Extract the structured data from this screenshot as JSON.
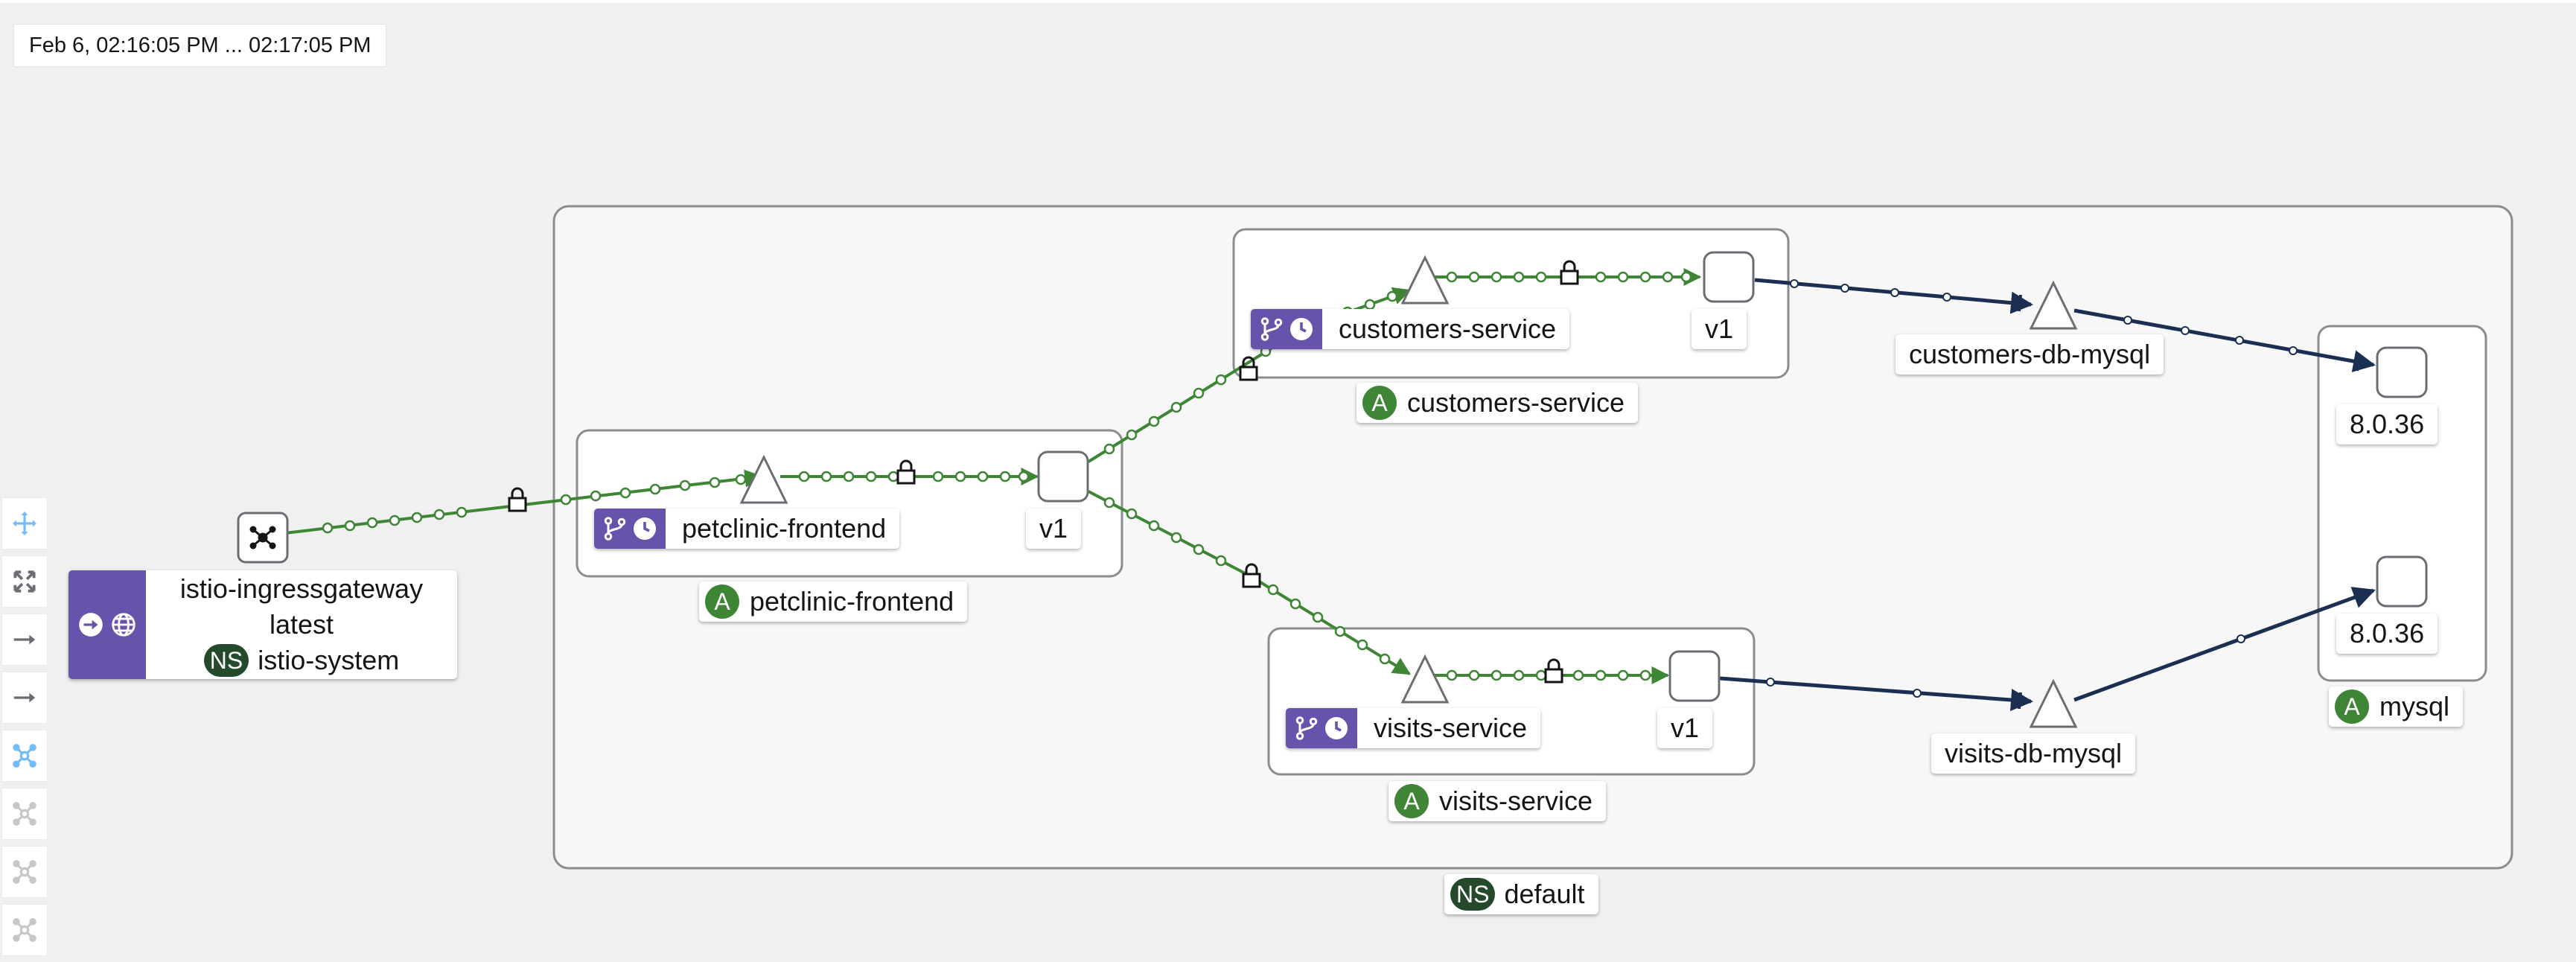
{
  "time_range": "Feb 6, 02:16:05 PM ... 02:17:05 PM",
  "colors": {
    "healthy_edge": "#3e8635",
    "tcp_edge": "#1b2f52",
    "app_badge": "#3e8635",
    "ns_badge": "#24492b",
    "workload_purple": "#6753ac"
  },
  "gateway": {
    "name": "istio-ingressgateway",
    "version": "latest",
    "ns_badge": "NS",
    "namespace": "istio-system",
    "icons": [
      "arrow-right-circle-icon",
      "globe-icon"
    ]
  },
  "namespace_box": {
    "badge": "NS",
    "label": "default"
  },
  "apps": {
    "petclinic_frontend": {
      "badge": "A",
      "label": "petclinic-frontend",
      "service": "petclinic-frontend",
      "version": "v1"
    },
    "customers_service": {
      "badge": "A",
      "label": "customers-service",
      "service": "customers-service",
      "version": "v1"
    },
    "visits_service": {
      "badge": "A",
      "label": "visits-service",
      "service": "visits-service",
      "version": "v1"
    },
    "mysql": {
      "badge": "A",
      "label": "mysql",
      "versions": [
        "8.0.36",
        "8.0.36"
      ]
    }
  },
  "external_services": {
    "customers_db": "customers-db-mysql",
    "visits_db": "visits-db-mysql"
  },
  "toolbar": [
    "pan-icon",
    "fit-icon",
    "layout-arrow-1-icon",
    "layout-arrow-2-icon",
    "layout-cose-icon",
    "layout-dagre-icon",
    "layout-grid-icon",
    "layout-circle-icon"
  ]
}
